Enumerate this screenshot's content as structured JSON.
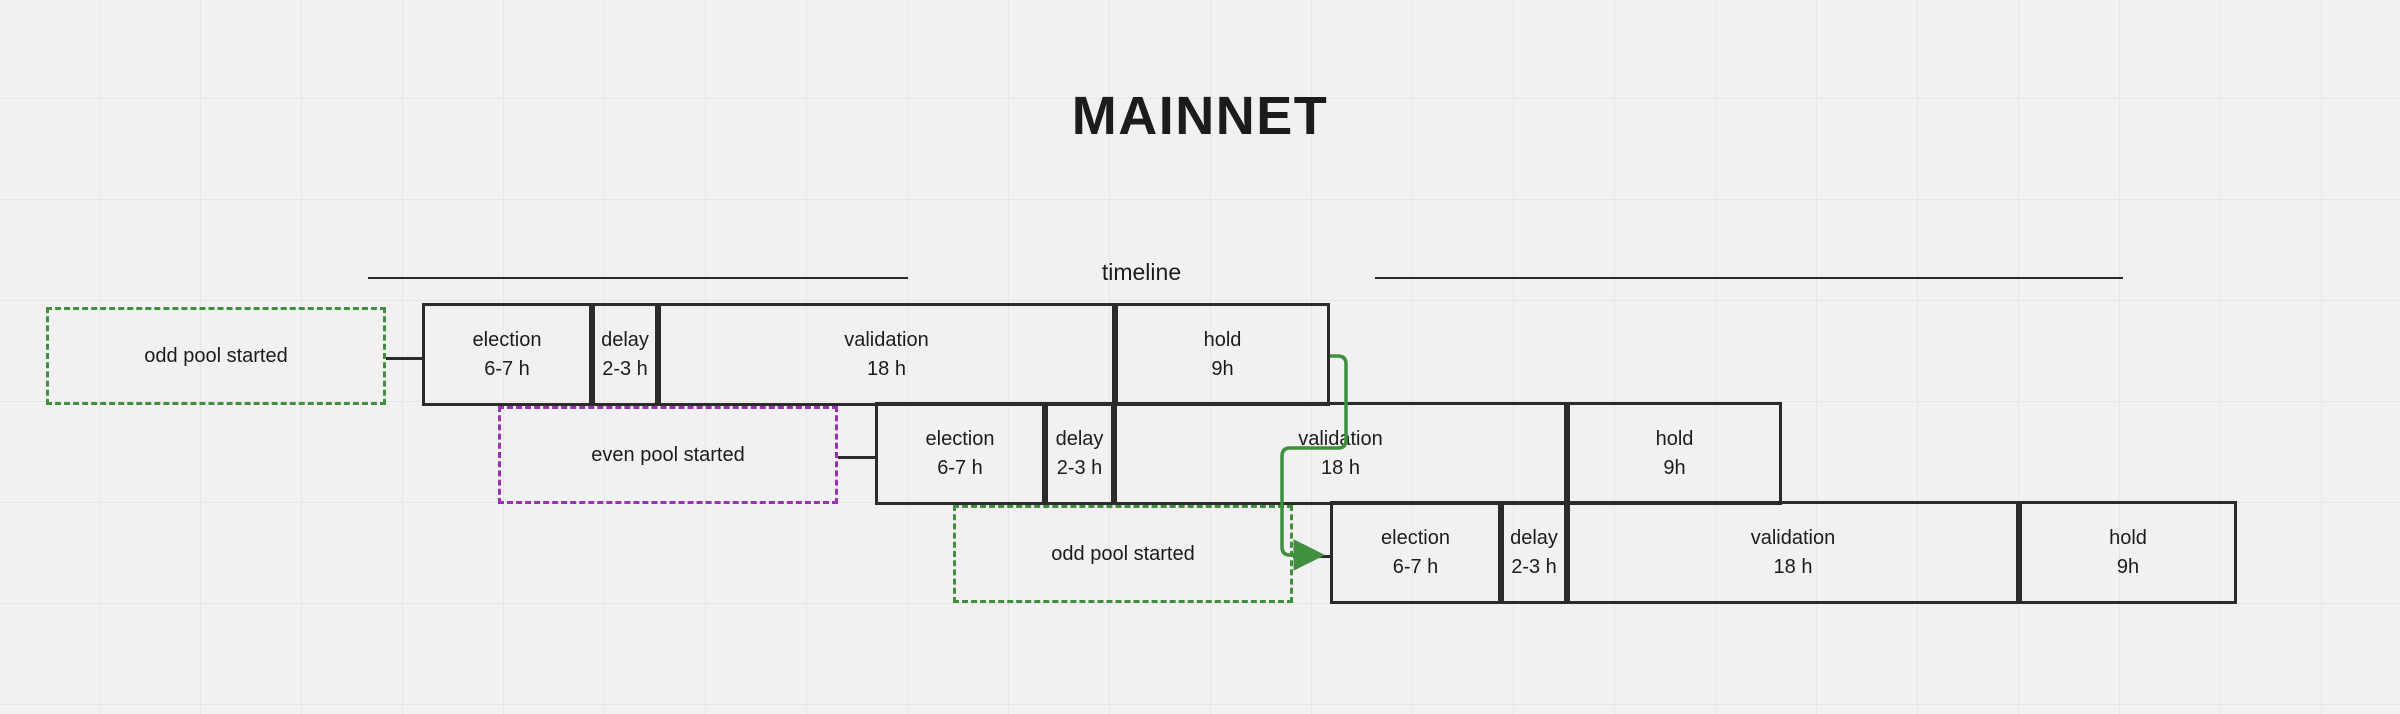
{
  "title": "MAINNET",
  "timeline": {
    "label": "timeline"
  },
  "colors": {
    "background": "#f1f1f1",
    "grid": "#e6e6e6",
    "stroke": "#2b2b2b",
    "text": "#1c1c1c",
    "green": "#3f8f3f",
    "purple": "#9b30b5"
  },
  "notes": [
    {
      "id": "note-odd-1",
      "text": "odd pool started",
      "color": "green"
    },
    {
      "id": "note-even-1",
      "text": "even pool started",
      "color": "purple"
    },
    {
      "id": "note-odd-2",
      "text": "odd pool started",
      "color": "green"
    }
  ],
  "rows": [
    {
      "id": "row-1",
      "blocks": [
        {
          "label": "election",
          "duration": "6-7 h"
        },
        {
          "label": "delay",
          "duration": "2-3 h"
        },
        {
          "label": "validation",
          "duration": "18 h"
        },
        {
          "label": "hold",
          "duration": "9h"
        }
      ]
    },
    {
      "id": "row-2",
      "blocks": [
        {
          "label": "election",
          "duration": "6-7 h"
        },
        {
          "label": "delay",
          "duration": "2-3 h"
        },
        {
          "label": "validation",
          "duration": "18 h"
        },
        {
          "label": "hold",
          "duration": "9h"
        }
      ]
    },
    {
      "id": "row-3",
      "blocks": [
        {
          "label": "election",
          "duration": "6-7 h"
        },
        {
          "label": "delay",
          "duration": "2-3 h"
        },
        {
          "label": "validation",
          "duration": "18 h"
        },
        {
          "label": "hold",
          "duration": "9h"
        }
      ]
    }
  ]
}
